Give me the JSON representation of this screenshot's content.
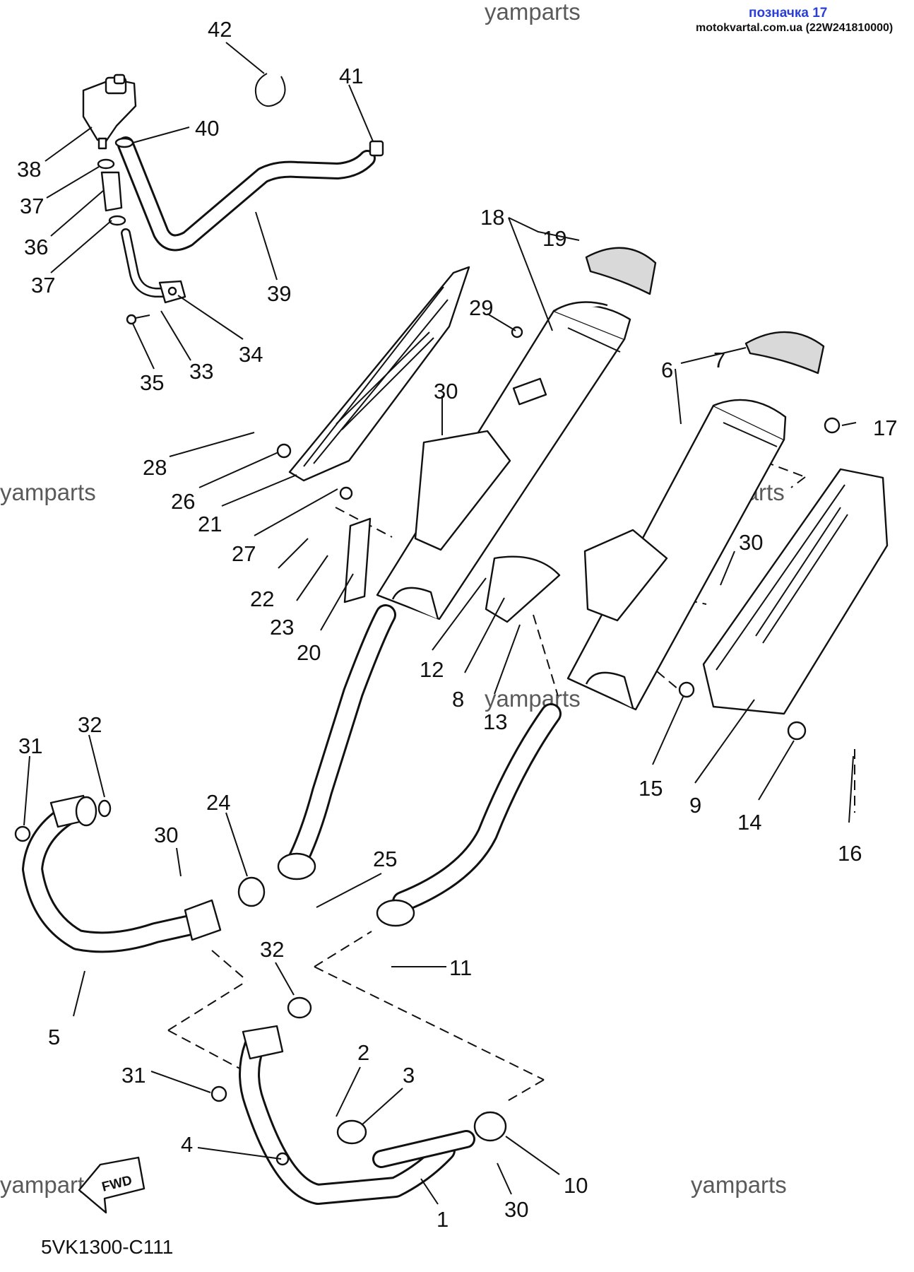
{
  "header": {
    "title": "позначка 17",
    "subtitle": "motokvartal.com.ua (22W241810000)"
  },
  "watermarks": [
    "yamparts",
    "yamparts",
    "yamparts",
    "yamparts",
    "yamparts",
    "yamparts"
  ],
  "diagram_code": "5VK1300-C111",
  "fwd_label": "FWD",
  "callouts": [
    {
      "id": "42",
      "label": "42"
    },
    {
      "id": "41",
      "label": "41"
    },
    {
      "id": "40",
      "label": "40"
    },
    {
      "id": "38",
      "label": "38"
    },
    {
      "id": "37a",
      "label": "37"
    },
    {
      "id": "36",
      "label": "36"
    },
    {
      "id": "37b",
      "label": "37"
    },
    {
      "id": "39",
      "label": "39"
    },
    {
      "id": "34",
      "label": "34"
    },
    {
      "id": "33",
      "label": "33"
    },
    {
      "id": "35",
      "label": "35"
    },
    {
      "id": "18",
      "label": "18"
    },
    {
      "id": "19",
      "label": "19"
    },
    {
      "id": "29",
      "label": "29"
    },
    {
      "id": "30a",
      "label": "30"
    },
    {
      "id": "7",
      "label": "7"
    },
    {
      "id": "6",
      "label": "6"
    },
    {
      "id": "17",
      "label": "17"
    },
    {
      "id": "28",
      "label": "28"
    },
    {
      "id": "26",
      "label": "26"
    },
    {
      "id": "21",
      "label": "21"
    },
    {
      "id": "27",
      "label": "27"
    },
    {
      "id": "22",
      "label": "22"
    },
    {
      "id": "23",
      "label": "23"
    },
    {
      "id": "20",
      "label": "20"
    },
    {
      "id": "30b",
      "label": "30"
    },
    {
      "id": "12",
      "label": "12"
    },
    {
      "id": "8",
      "label": "8"
    },
    {
      "id": "13",
      "label": "13"
    },
    {
      "id": "15",
      "label": "15"
    },
    {
      "id": "9",
      "label": "9"
    },
    {
      "id": "14",
      "label": "14"
    },
    {
      "id": "16",
      "label": "16"
    },
    {
      "id": "31a",
      "label": "31"
    },
    {
      "id": "32a",
      "label": "32"
    },
    {
      "id": "24",
      "label": "24"
    },
    {
      "id": "30c",
      "label": "30"
    },
    {
      "id": "25",
      "label": "25"
    },
    {
      "id": "11",
      "label": "11"
    },
    {
      "id": "32b",
      "label": "32"
    },
    {
      "id": "5",
      "label": "5"
    },
    {
      "id": "31b",
      "label": "31"
    },
    {
      "id": "2",
      "label": "2"
    },
    {
      "id": "3",
      "label": "3"
    },
    {
      "id": "4",
      "label": "4"
    },
    {
      "id": "10",
      "label": "10"
    },
    {
      "id": "30d",
      "label": "30"
    },
    {
      "id": "1",
      "label": "1"
    }
  ]
}
